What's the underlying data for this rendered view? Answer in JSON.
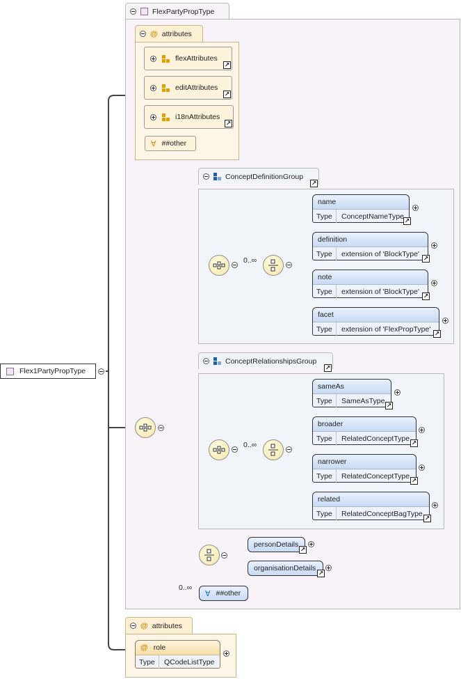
{
  "root": {
    "name": "Flex1PartyPropType"
  },
  "complex_type": {
    "name": "FlexPartyPropType"
  },
  "attributes_block": {
    "label": "attributes",
    "groups": [
      "flexAttributes",
      "editAttributes",
      "i18nAttributes"
    ],
    "wildcard": "##other"
  },
  "concept_definition_group": {
    "label": "ConceptDefinitionGroup",
    "cardinality": "0..∞",
    "elements": [
      {
        "name": "name",
        "type_label": "Type",
        "type": "ConceptNameType"
      },
      {
        "name": "definition",
        "type_label": "Type",
        "type": "extension of 'BlockType'"
      },
      {
        "name": "note",
        "type_label": "Type",
        "type": "extension of 'BlockType'"
      },
      {
        "name": "facet",
        "type_label": "Type",
        "type": "extension of 'FlexPropType'"
      }
    ]
  },
  "concept_relationships_group": {
    "label": "ConceptRelationshipsGroup",
    "cardinality": "0..∞",
    "elements": [
      {
        "name": "sameAs",
        "type_label": "Type",
        "type": "SameAsType"
      },
      {
        "name": "broader",
        "type_label": "Type",
        "type": "RelatedConceptType"
      },
      {
        "name": "narrower",
        "type_label": "Type",
        "type": "RelatedConceptType"
      },
      {
        "name": "related",
        "type_label": "Type",
        "type": "RelatedConceptBagType"
      }
    ]
  },
  "choice_elements": [
    "personDetails",
    "organisationDetails"
  ],
  "element_wildcard": {
    "cardinality": "0..∞",
    "label": "##other"
  },
  "extension_attributes": {
    "label": "attributes",
    "attr": {
      "name": "role",
      "type_label": "Type",
      "type": "QCodeListType"
    }
  }
}
